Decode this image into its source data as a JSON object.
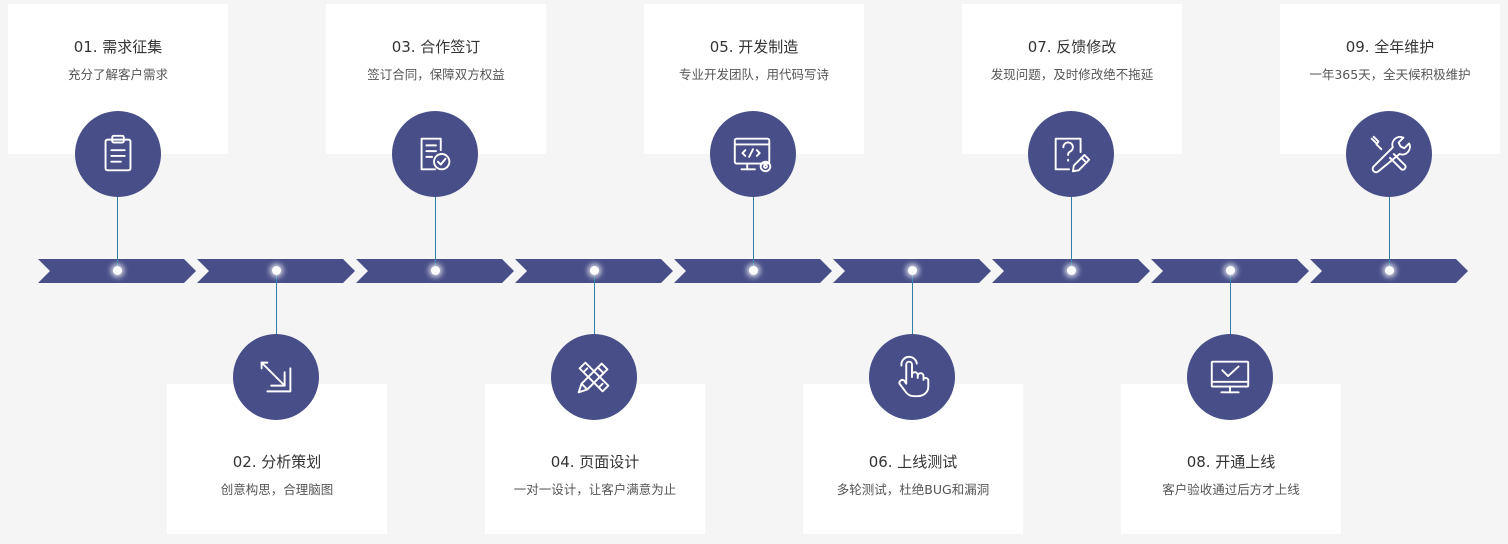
{
  "steps": [
    {
      "title": "01. 需求征集",
      "desc": "充分了解客户需求",
      "icon": "clipboard-icon",
      "position": "top"
    },
    {
      "title": "02. 分析策划",
      "desc": "创意构思，合理脑图",
      "icon": "arrow-diagonal-icon",
      "position": "bottom"
    },
    {
      "title": "03. 合作签订",
      "desc": "签订合同，保障双方权益",
      "icon": "contract-check-icon",
      "position": "top"
    },
    {
      "title": "04. 页面设计",
      "desc": "一对一设计，让客户满意为止",
      "icon": "pencil-ruler-icon",
      "position": "bottom"
    },
    {
      "title": "05. 开发制造",
      "desc": "专业开发团队，用代码写诗",
      "icon": "code-window-icon",
      "position": "top"
    },
    {
      "title": "06. 上线测试",
      "desc": "多轮测试，杜绝BUG和漏洞",
      "icon": "pointer-hand-icon",
      "position": "bottom"
    },
    {
      "title": "07. 反馈修改",
      "desc": "发现问题，及时修改绝不拖延",
      "icon": "question-edit-icon",
      "position": "top"
    },
    {
      "title": "08. 开通上线",
      "desc": "客户验收通过后方才上线",
      "icon": "monitor-check-icon",
      "position": "bottom"
    },
    {
      "title": "09. 全年维护",
      "desc": "一年365天，全天候积极维护",
      "icon": "tools-icon",
      "position": "top"
    }
  ],
  "colors": {
    "accent": "#474e88",
    "connector": "#2f7fa8",
    "card": "#ffffff",
    "background": "#f5f5f5"
  }
}
